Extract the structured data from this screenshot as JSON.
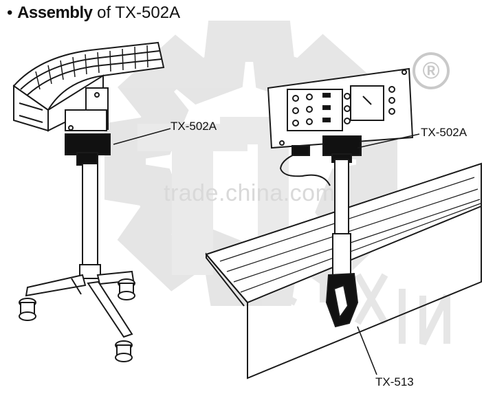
{
  "title": {
    "bullet": "•",
    "emphasis": "Assembly",
    "rest": " of TX-502A"
  },
  "callouts": {
    "left_part": "TX-502A",
    "right_part": "TX-502A",
    "bottom_part": "TX-513"
  },
  "watermark": {
    "text": "trade.china.com",
    "registered_mark": "®"
  },
  "colors": {
    "line": "#1a1a1a",
    "watermark": "#d9d9d9",
    "dark_part": "#111111"
  }
}
